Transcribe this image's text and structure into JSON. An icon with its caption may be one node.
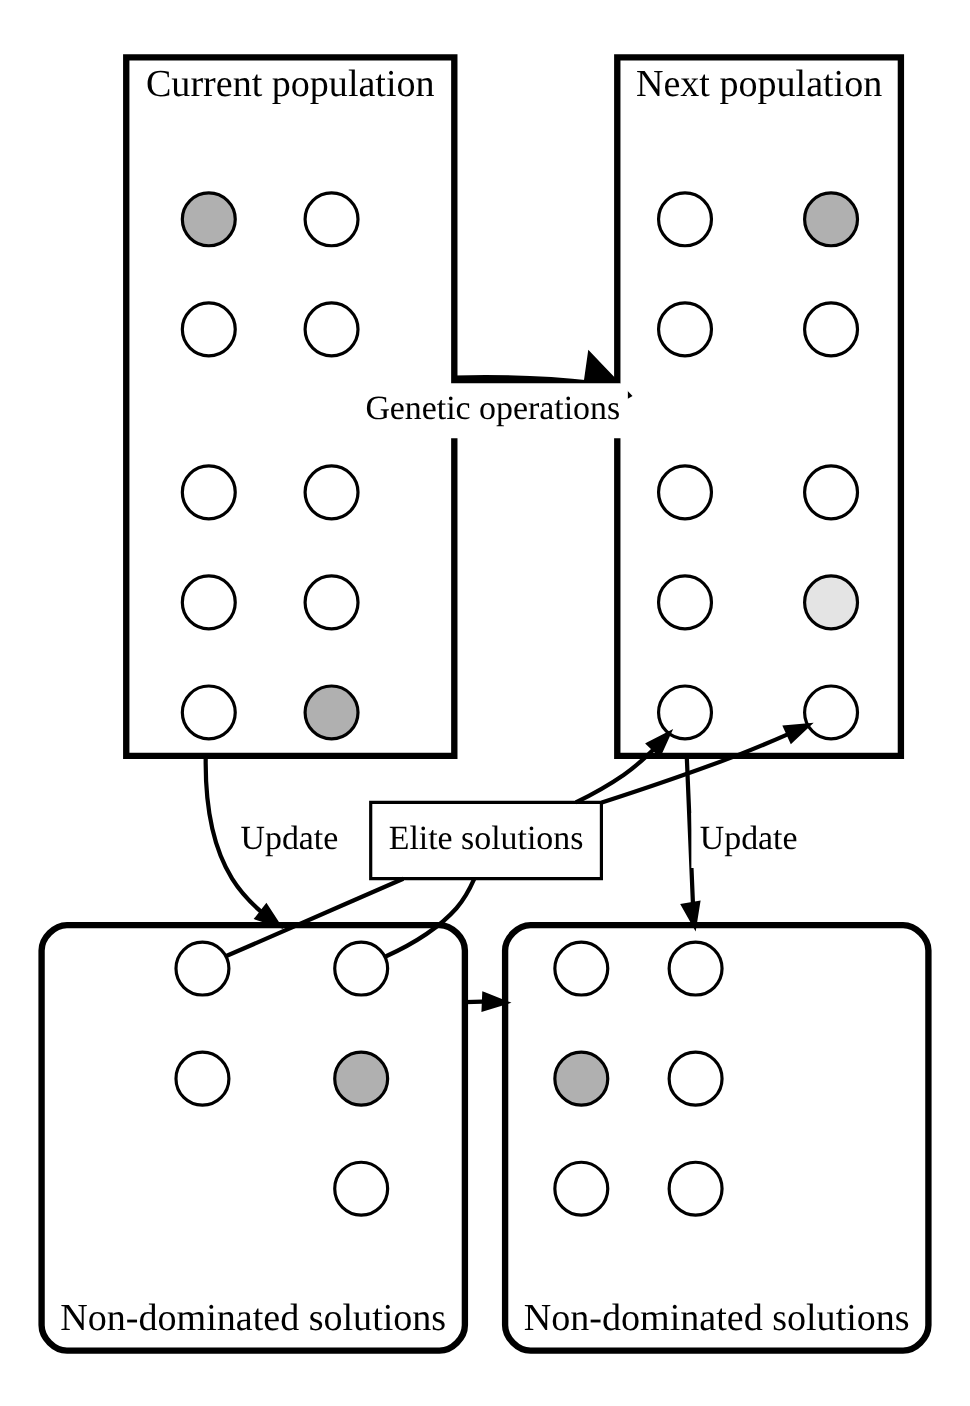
{
  "diagram": {
    "nodes": [
      {
        "text": [
          "Current population"
        ]
      },
      {
        "text": [],
        "shape": "circle",
        "in": 0
      },
      {
        "text": [],
        "shape": "circle",
        "in": 0
      },
      {
        "text": [],
        "shape": "circle",
        "in": 0
      },
      {
        "text": [],
        "shape": "circle",
        "in": 0
      },
      {
        "text": [],
        "shape": "circle",
        "in": 0
      },
      {
        "text": [],
        "shape": "circle",
        "in": 0
      },
      {
        "text": [],
        "shape": "circle",
        "in": 0
      },
      {
        "text": [],
        "shape": "circle",
        "in": 0
      },
      {
        "text": [],
        "shape": "circle",
        "in": 0
      },
      {
        "text": [],
        "shape": "circle",
        "in": 0
      },
      {
        "text": [
          "Next population"
        ]
      },
      {
        "text": [],
        "shape": "circle",
        "in": 11
      },
      {
        "text": [],
        "shape": "circle",
        "in": 11
      },
      {
        "text": [],
        "shape": "circle",
        "in": 11
      },
      {
        "text": [],
        "shape": "circle",
        "in": 11
      },
      {
        "text": [],
        "shape": "circle",
        "in": 11
      },
      {
        "text": [],
        "shape": "circle",
        "in": 11
      },
      {
        "text": [],
        "shape": "circle",
        "in": 11
      },
      {
        "text": [],
        "shape": "circle",
        "in": 11
      },
      {
        "text": [],
        "shape": "circle",
        "in": 11
      },
      {
        "text": [],
        "shape": "circle",
        "in": 11
      },
      {
        "text": [
          "Non-dominated solutions"
        ]
      },
      {
        "text": [],
        "shape": "circle",
        "in": 22
      },
      {
        "text": [],
        "shape": "circle",
        "in": 22
      },
      {
        "text": [],
        "shape": "circle",
        "in": 22
      },
      {
        "text": [],
        "shape": "circle",
        "in": 22
      },
      {
        "text": [],
        "shape": "circle",
        "in": 22
      },
      {
        "text": [
          "Non-dominated solutions"
        ]
      },
      {
        "text": [],
        "shape": "circle",
        "in": 28
      },
      {
        "text": [],
        "shape": "circle",
        "in": 28
      },
      {
        "text": [],
        "shape": "circle",
        "in": 28
      },
      {
        "text": [],
        "shape": "circle",
        "in": 28
      },
      {
        "text": [],
        "shape": "circle",
        "in": 28
      },
      {
        "text": [],
        "shape": "circle",
        "in": 28
      },
      {
        "text": [
          "Elite solutions"
        ]
      }
    ],
    "edges": [
      {
        "from": 0,
        "to": 11,
        "arrow": "to",
        "label": "Genetic operations",
        "style": "thick"
      },
      {
        "from": 0,
        "to": 22,
        "arrow": "to",
        "label": "Update"
      },
      {
        "from": 23,
        "to": 35,
        "arrow": "none"
      },
      {
        "from": 24,
        "to": 35,
        "arrow": "none"
      },
      {
        "from": 35,
        "to": 20,
        "arrow": "to"
      },
      {
        "from": 35,
        "to": 21,
        "arrow": "to"
      },
      {
        "from": 11,
        "to": 28,
        "arrow": "to",
        "label": "Update"
      },
      {
        "from": 22,
        "to": 28,
        "arrow": "to"
      }
    ]
  }
}
